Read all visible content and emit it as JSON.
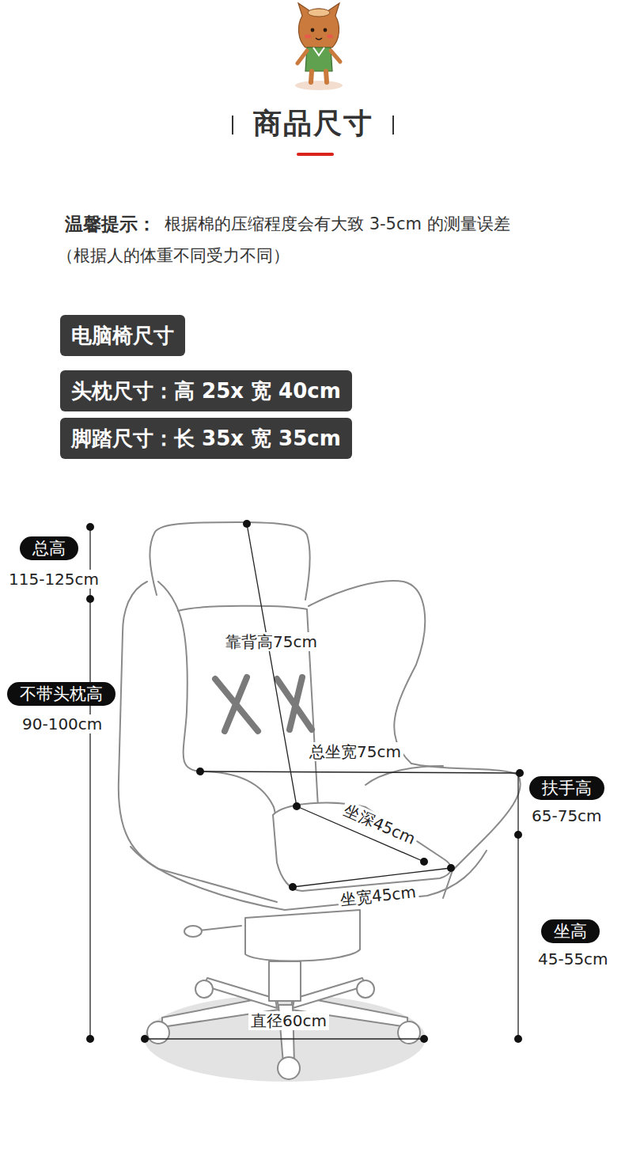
{
  "diagram": {
    "title": "商品尺寸",
    "nodes": [
      {
        "text": [
          "电脑椅尺寸"
        ]
      },
      {
        "text": [
          "头枕尺寸：高 25x 宽 40cm"
        ]
      },
      {
        "text": [
          "脚踏尺寸：长 35x 宽 35cm"
        ]
      },
      {
        "text": [
          "总高"
        ]
      },
      {
        "text": [
          "不带头枕高"
        ]
      },
      {
        "text": [
          "扶手高"
        ]
      },
      {
        "text": [
          "坐高"
        ]
      }
    ],
    "labels": [
      "温馨提示：",
      "根据棉的压缩程度会有大致 3-5cm 的测量误差",
      "（根据人的体重不同受力不同）",
      "115-125cm",
      "90-100cm",
      "靠背高75cm",
      "总坐宽75cm",
      "65-75cm",
      "坐深45cm",
      "坐宽45cm",
      "45-55cm",
      "直径60cm"
    ]
  }
}
